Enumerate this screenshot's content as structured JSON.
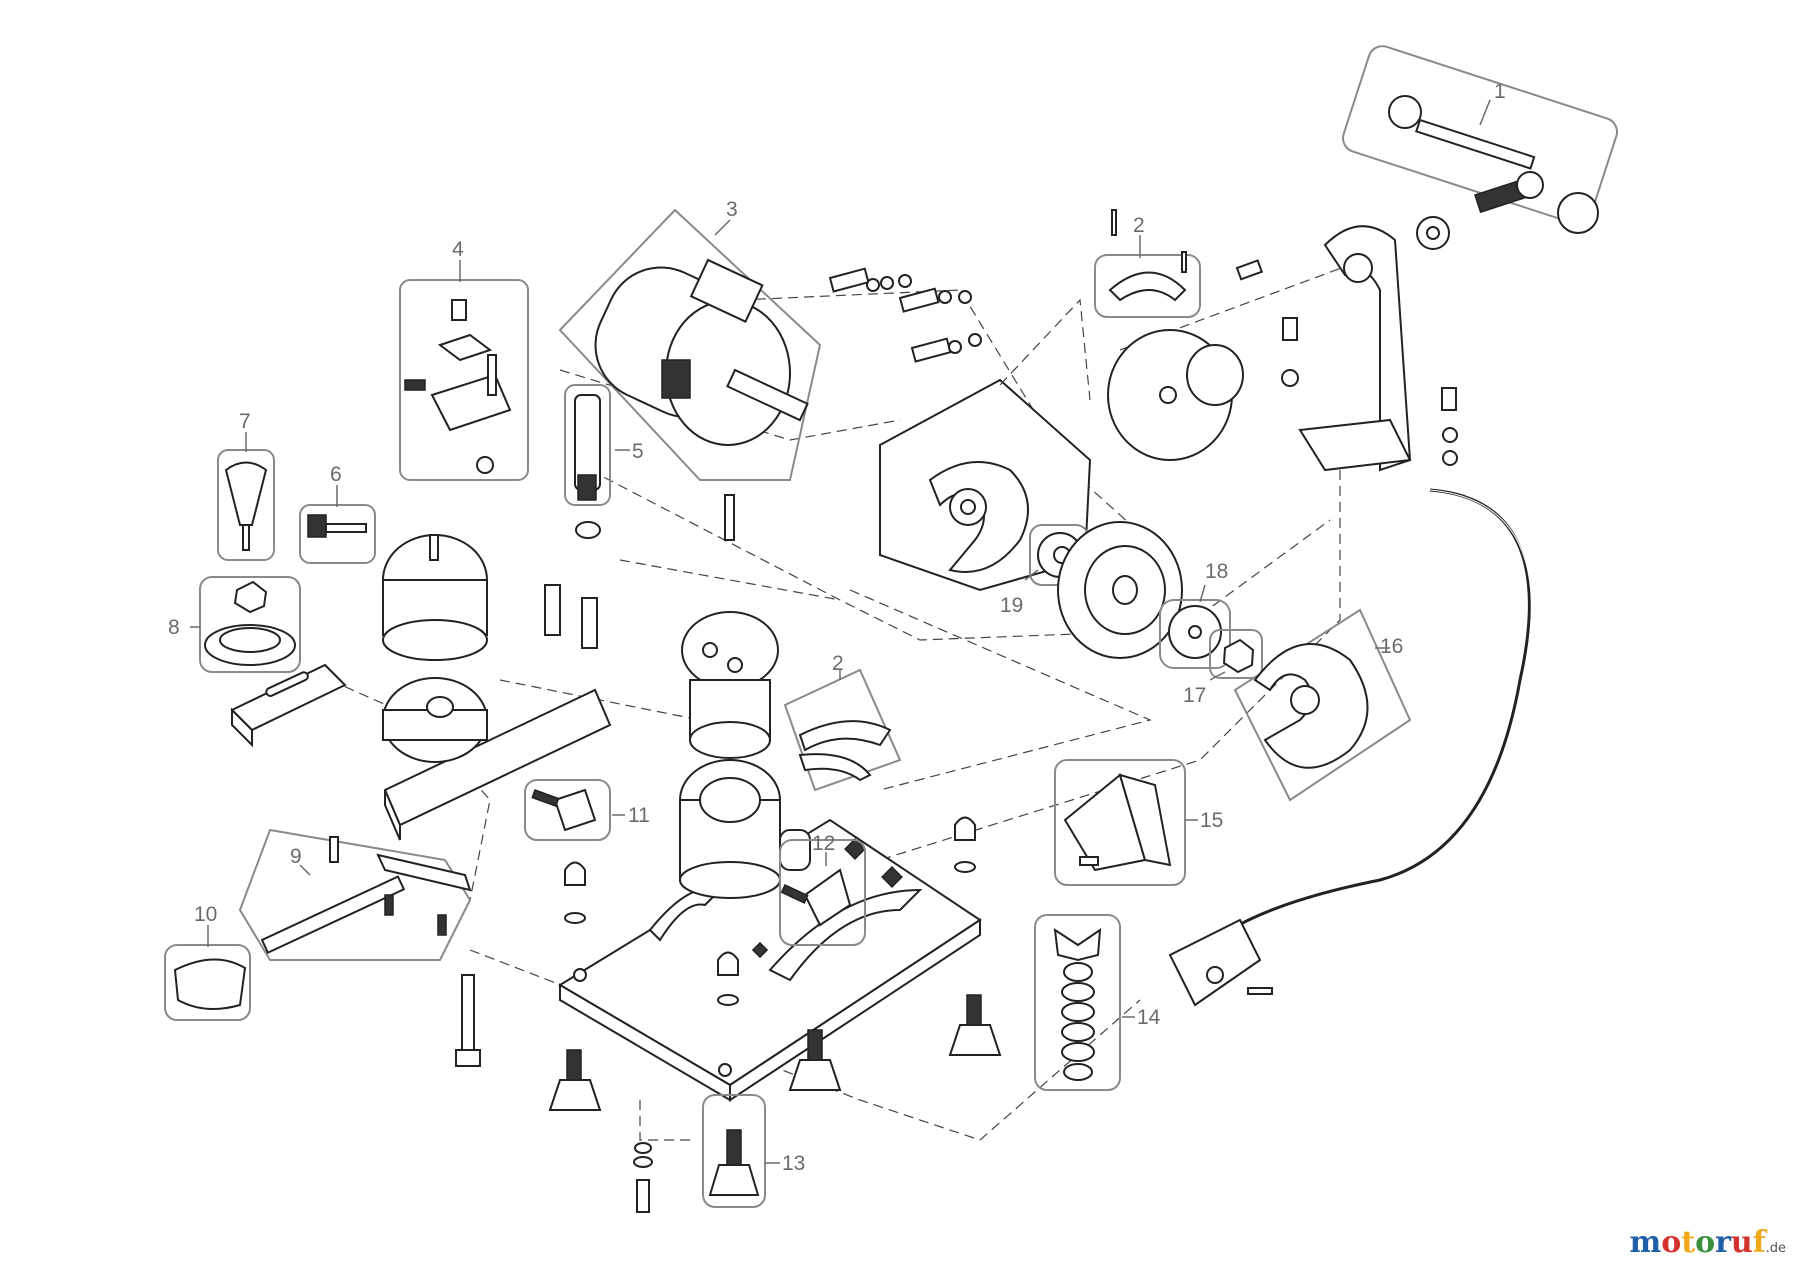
{
  "diagram": {
    "callouts": [
      "1",
      "2",
      "3",
      "4",
      "5",
      "6",
      "7",
      "8",
      "9",
      "10",
      "11",
      "12",
      "13",
      "14",
      "15",
      "16",
      "17",
      "18",
      "19",
      "2"
    ]
  },
  "watermark": {
    "text_main": "motoruf",
    "text_suffix": ".de",
    "colors": [
      "#1f5fa8",
      "#d4322c",
      "#f0a818",
      "#3a8f3a"
    ]
  }
}
